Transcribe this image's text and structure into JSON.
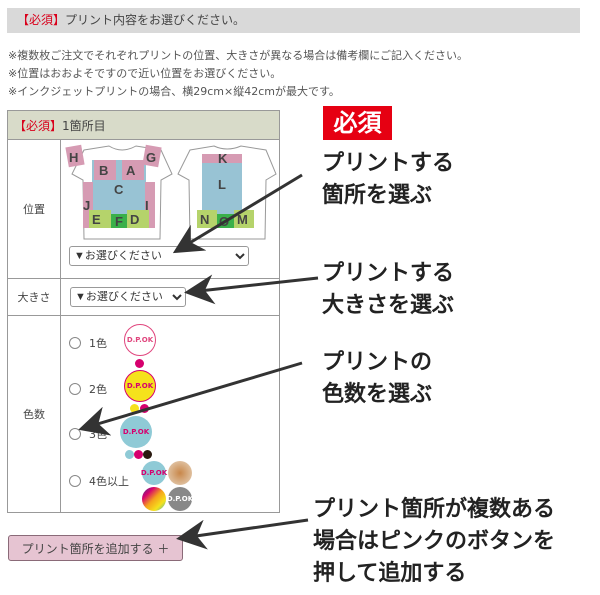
{
  "header": {
    "required": "【必須】",
    "title": "プリント内容をお選びください。"
  },
  "notes": [
    "※複数枚ご注文でそれぞれプリントの位置、大きさが異なる場合は備考欄にご記入ください。",
    "※位置はおおよそですので近い位置をお選びください。",
    "※インクジェットプリントの場合、横29cm×縦42cmが最大です。"
  ],
  "table": {
    "required": "【必須】",
    "title": "1箇所目",
    "position": {
      "label": "位置",
      "select": "▼お選びください",
      "zones": [
        "A",
        "B",
        "C",
        "D",
        "E",
        "F",
        "G",
        "H",
        "I",
        "J",
        "K",
        "L",
        "M",
        "N",
        "O"
      ]
    },
    "size": {
      "label": "大きさ",
      "select": "▼お選びください"
    },
    "colors": {
      "label": "色数",
      "options": [
        "1色",
        "2色",
        "3色",
        "4色以上"
      ],
      "logo_text": "D.P.OK"
    }
  },
  "add_button": "プリント箇所を追加する ＋",
  "callouts": {
    "badge": "必須",
    "pos": [
      "プリントする",
      "箇所を選ぶ"
    ],
    "size": [
      "プリントする",
      "大きさを選ぶ"
    ],
    "color": [
      "プリントの",
      "色数を選ぶ"
    ],
    "multi": [
      "プリント箇所が複数ある",
      "場合はピンクのボタンを",
      "押して追加する"
    ]
  },
  "colors": {
    "required": "#d9001b",
    "badge": "#e60012",
    "button": "#e6c4d2"
  }
}
